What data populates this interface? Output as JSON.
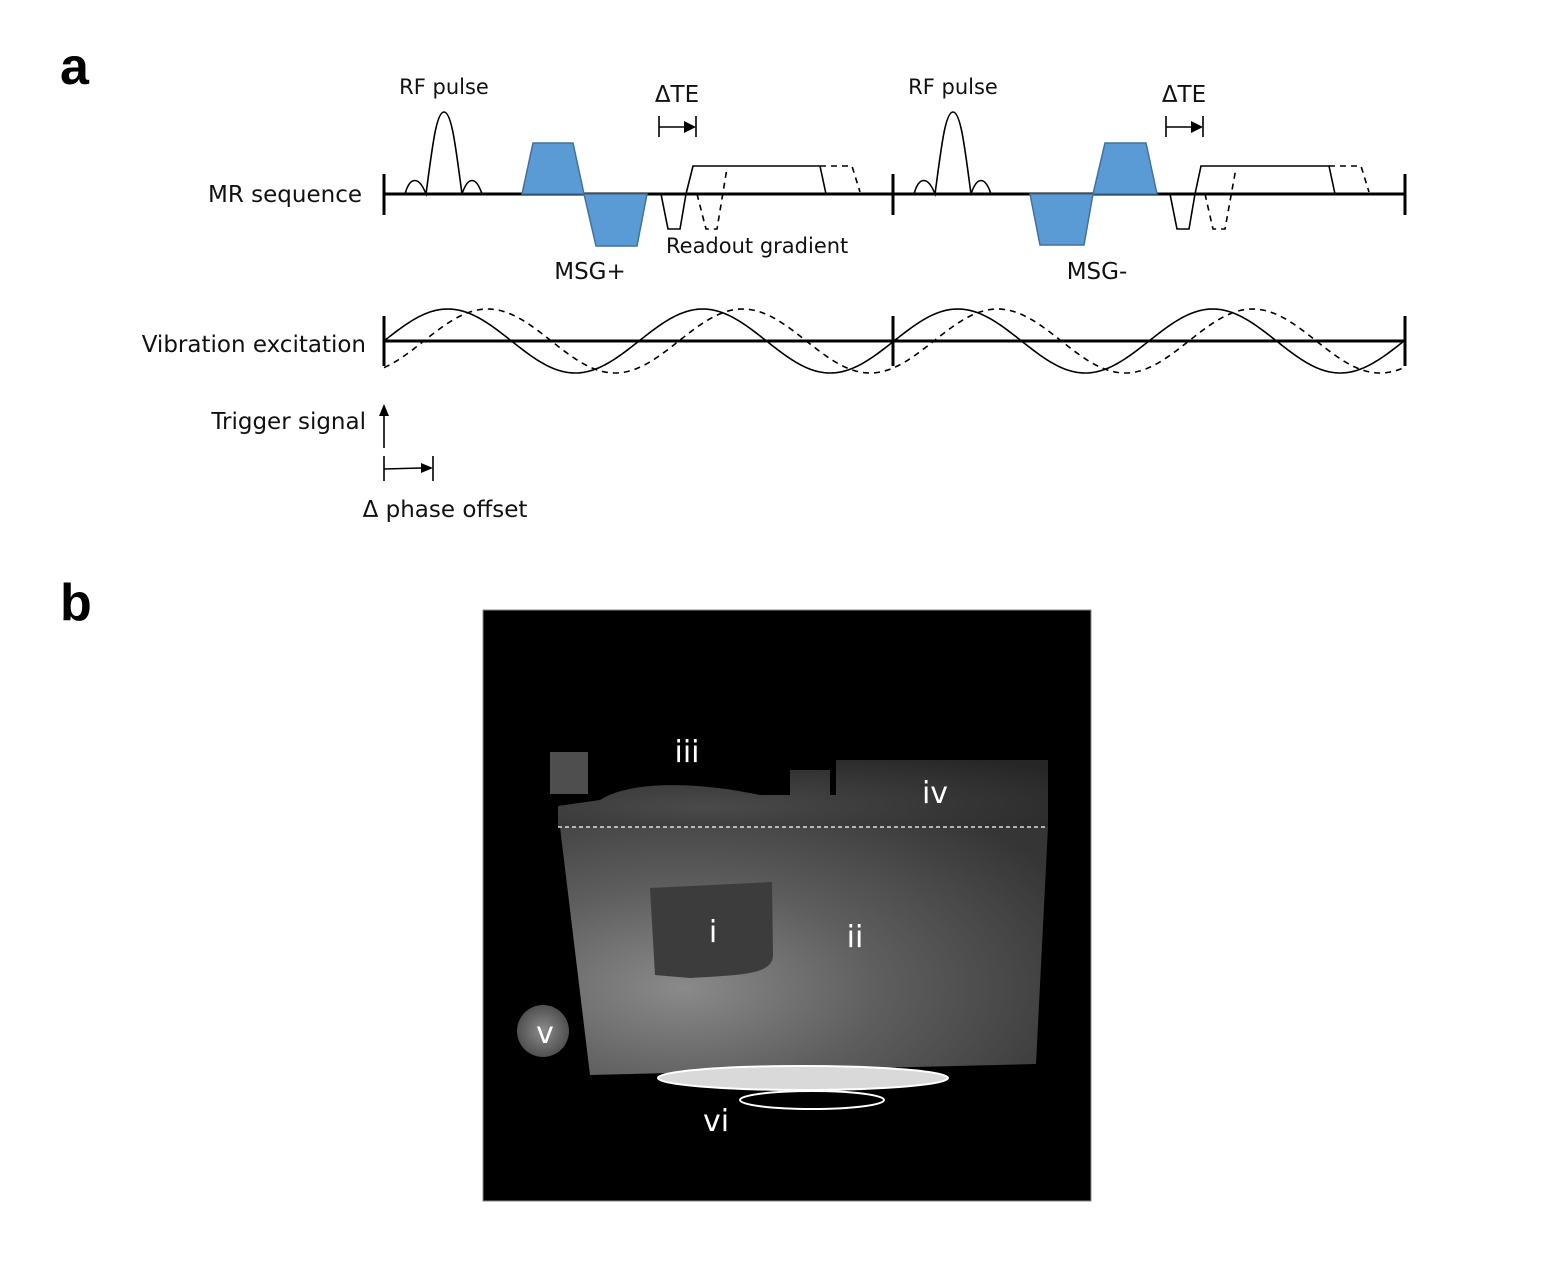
{
  "panels": {
    "a": "a",
    "b": "b"
  },
  "sequence": {
    "row_labels": {
      "mr_sequence": "MR sequence",
      "vibration": "Vibration excitation",
      "trigger": "Trigger signal",
      "phase_offset": "Δ phase offset"
    },
    "rf_pulse": "RF pulse",
    "delta_te": "ΔTE",
    "msg_plus": "MSG+",
    "msg_minus": "MSG-",
    "readout": "Readout gradient",
    "colors": {
      "gradient_fill": "#5b9bd5",
      "gradient_stroke": "#41719c"
    }
  },
  "phantom": {
    "regions": [
      "i",
      "ii",
      "iii",
      "iv",
      "v",
      "vi"
    ]
  }
}
